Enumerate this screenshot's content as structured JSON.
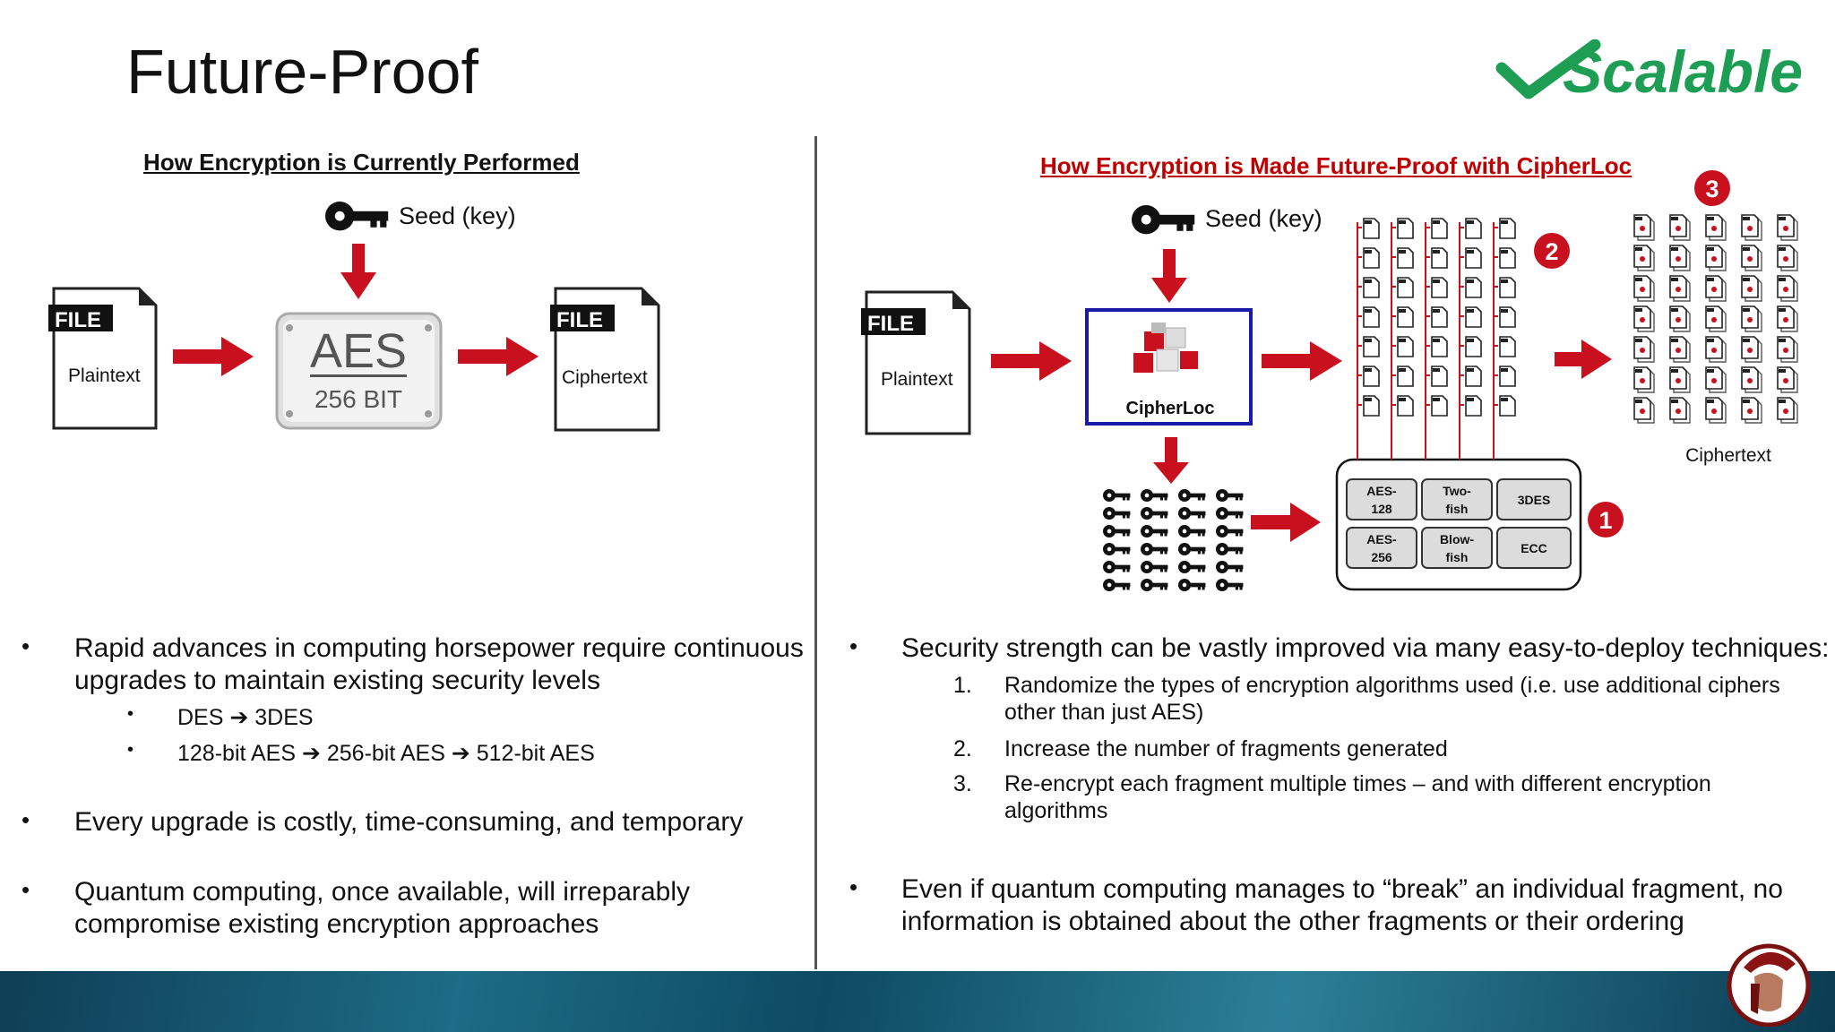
{
  "title": "Future-Proof",
  "badge": {
    "text": "Scalable",
    "color": "#1e9e55"
  },
  "colors": {
    "arrow": "#c8101e",
    "box_border": "#1a1aa8"
  },
  "left": {
    "subtitle": "How Encryption is Currently Performed",
    "seed_label": "Seed (key)",
    "file_tag": "FILE",
    "plaintext": "Plaintext",
    "ciphertext": "Ciphertext",
    "aes_title": "AES",
    "aes_sub": "256 BIT",
    "bullets": [
      "Rapid advances in computing horsepower require continuous upgrades to maintain existing security levels",
      "Every upgrade is costly, time-consuming, and temporary",
      "Quantum computing, once available, will irreparably compromise existing encryption approaches"
    ],
    "sub_bullets": [
      "DES ➔ 3DES",
      "128-bit AES ➔ 256-bit AES ➔ 512-bit AES"
    ],
    "bullet_char": "•"
  },
  "right": {
    "subtitle": "How Encryption is Made Future-Proof with CipherLoc",
    "seed_label": "Seed (key)",
    "file_tag": "FILE",
    "plaintext": "Plaintext",
    "cipherloc": "CipherLoc",
    "ciphertext": "Ciphertext",
    "num1": "1",
    "num2": "2",
    "num3": "3",
    "algos": [
      [
        "AES-",
        "128"
      ],
      [
        "Two-",
        "fish"
      ],
      [
        "3DES",
        ""
      ],
      [
        "AES-",
        "256"
      ],
      [
        "Blow-",
        "fish"
      ],
      [
        "ECC",
        ""
      ]
    ],
    "bullets": [
      "Security strength can be vastly improved via many easy-to-deploy techniques:",
      "Even if quantum computing manages to “break” an individual fragment, no information is obtained about the other fragments or their ordering"
    ],
    "numbered": [
      {
        "n": "1.",
        "text": "Randomize the types of encryption algorithms used (i.e. use additional ciphers other than just AES)"
      },
      {
        "n": "2.",
        "text": "Increase the number of fragments generated"
      },
      {
        "n": "3.",
        "text": "Re-encrypt each fragment multiple times – and with different encryption algorithms"
      }
    ],
    "bullet_char": "•"
  }
}
